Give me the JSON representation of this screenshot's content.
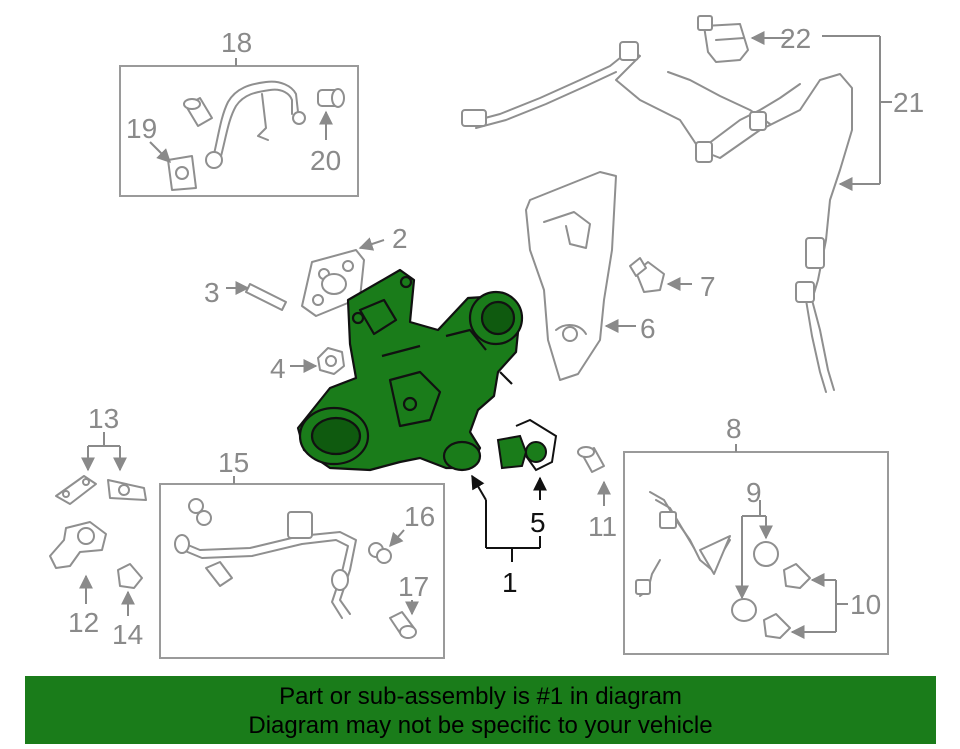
{
  "diagram": {
    "callouts": {
      "c1": "1",
      "c2": "2",
      "c3": "3",
      "c4": "4",
      "c5": "5",
      "c6": "6",
      "c7": "7",
      "c8": "8",
      "c9": "9",
      "c10": "10",
      "c11": "11",
      "c12": "12",
      "c13": "13",
      "c14": "14",
      "c15": "15",
      "c16": "16",
      "c17": "17",
      "c18": "18",
      "c19": "19",
      "c20": "20",
      "c21": "21",
      "c22": "22"
    },
    "highlight_color": "#1a7c1a",
    "line_color": "#8f8f8f"
  },
  "banner": {
    "line1": "Part or sub-assembly is #1 in diagram",
    "line2": "Diagram may not be specific to your vehicle",
    "background": "#1a7c1a"
  }
}
